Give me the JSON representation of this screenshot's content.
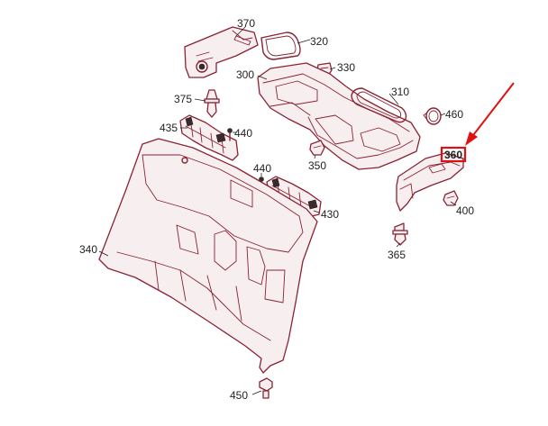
{
  "diagram": {
    "labels": {
      "p300": "300",
      "p310": "310",
      "p320": "320",
      "p330": "330",
      "p340": "340",
      "p350": "350",
      "p360": "360",
      "p365": "365",
      "p370": "370",
      "p375": "375",
      "p400": "400",
      "p430": "430",
      "p435": "435",
      "p440a": "440",
      "p440b": "440",
      "p450": "450",
      "p460": "460"
    },
    "highlighted_part": "360",
    "colors": {
      "line": "#8a2333",
      "highlight": "#e01010",
      "text": "#222222"
    }
  }
}
